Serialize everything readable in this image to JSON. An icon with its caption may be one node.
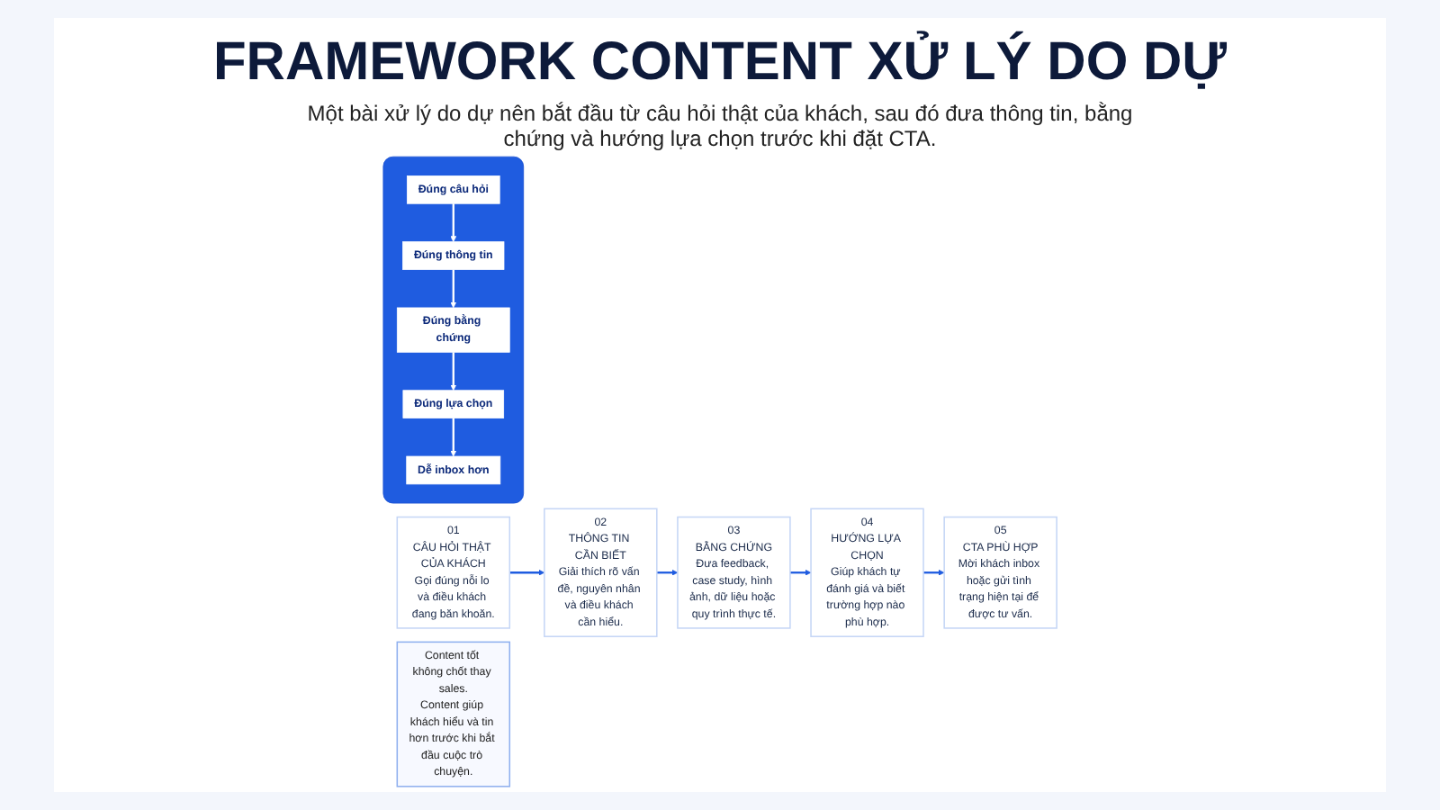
{
  "diagram": {
    "title": "FRAMEWORK CONTENT XỬ LÝ DO DỰ",
    "nodes": [
      {
        "text": [
          "01",
          "CÂU HỎI THẬT CỦA KHÁCH",
          "Gọi đúng nỗi lo và điều khách đang băn khoăn."
        ]
      },
      {
        "text": [
          "02",
          "THÔNG TIN CẦN BIẾT",
          "Giải thích rõ vấn đề, nguyên nhân và điều khách cần hiểu."
        ]
      },
      {
        "text": [
          "03",
          "BẰNG CHỨNG",
          "Đưa feedback, case study, hình ảnh, dữ liệu hoặc quy trình thực tế."
        ]
      },
      {
        "text": [
          "04",
          "HƯỚNG LỰA CHỌN",
          "Giúp khách tự đánh giá và biết trường hợp nào phù hợp."
        ]
      },
      {
        "text": [
          "05",
          "CTA PHÙ HỢP",
          "Mời khách inbox hoặc gửi tình trạng hiện tại để được tư vấn."
        ]
      },
      {
        "text": [],
        "shape": "bar"
      },
      {
        "text": [
          "Đúng câu hỏi"
        ],
        "in": 5
      },
      {
        "text": [
          "Đúng thông tin"
        ],
        "in": 5
      },
      {
        "text": [
          "Đúng bằng chứng"
        ],
        "in": 5
      },
      {
        "text": [
          "Đúng lựa chọn"
        ],
        "in": 5
      },
      {
        "text": [
          "Dễ inbox hơn"
        ],
        "in": 5
      },
      {
        "text": [
          "Content tốt không chốt thay sales.",
          "Content giúp khách hiểu và tin hơn trước khi bắt đầu cuộc trò chuyện."
        ]
      }
    ],
    "edges": [
      {
        "from": 0,
        "to": 1,
        "arrow": "to"
      },
      {
        "from": 1,
        "to": 2,
        "arrow": "to"
      },
      {
        "from": 2,
        "to": 3,
        "arrow": "to"
      },
      {
        "from": 3,
        "to": 4,
        "arrow": "to"
      },
      {
        "from": 6,
        "to": 7,
        "arrow": "to",
        "color": "#ffffff"
      },
      {
        "from": 7,
        "to": 8,
        "arrow": "to",
        "color": "#ffffff"
      },
      {
        "from": 8,
        "to": 9,
        "arrow": "to",
        "color": "#ffffff"
      },
      {
        "from": 9,
        "to": 10,
        "arrow": "to",
        "color": "#ffffff"
      }
    ],
    "labels": [
      "Một bài xử lý do dự nên bắt đầu từ câu hỏi thật của khách, sau đó đưa thông tin, bằng chứng và hướng lựa chọn trước khi đặt CTA."
    ]
  }
}
